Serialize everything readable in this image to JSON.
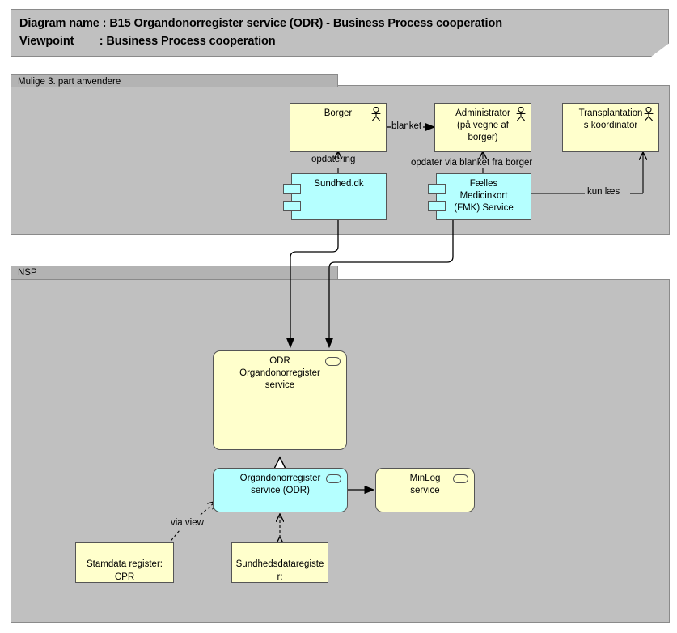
{
  "header": {
    "line1_label": "Diagram name :",
    "line1_value": "B15 Organdonorregister service (ODR) - Business Process cooperation",
    "line2_label": "Viewpoint",
    "line2_value": ": Business Process cooperation",
    "line1_full": "Diagram name : B15 Organdonorregister service (ODR) - Business Process cooperation",
    "line2_full": "Viewpoint        : Business Process cooperation"
  },
  "groups": [
    {
      "id": "group-3part",
      "label": "Mulige 3. part anvendere"
    },
    {
      "id": "group-nsp",
      "label": "NSP"
    }
  ],
  "nodes": [
    {
      "id": "borger",
      "label": "Borger",
      "type": "business-actor",
      "icon": "actor-icon",
      "color": "#ffffcc"
    },
    {
      "id": "administrator",
      "label": "Administrator\n(på vegne af\nborger)",
      "type": "business-actor",
      "icon": "actor-icon",
      "color": "#ffffcc"
    },
    {
      "id": "transplantation",
      "label": "Transplantation\ns koordinator",
      "type": "business-actor",
      "icon": "actor-icon",
      "color": "#ffffcc"
    },
    {
      "id": "sundhed-dk",
      "label": "Sundhed.dk",
      "type": "application-component",
      "icon": "component-icon",
      "color": "#b5ffff"
    },
    {
      "id": "fmk",
      "label": "Fælles\nMedicinkort\n(FMK) Service",
      "type": "application-component",
      "icon": "component-icon",
      "color": "#b5ffff"
    },
    {
      "id": "odr-service",
      "label": "ODR\nOrgandonorregister\nservice",
      "type": "business-service",
      "icon": "service-icon",
      "color": "#ffffcc"
    },
    {
      "id": "odr-app-service",
      "label": "Organdonorregister\nservice (ODR)",
      "type": "application-service",
      "icon": "service-icon",
      "color": "#b5ffff"
    },
    {
      "id": "minlog-service",
      "label": "MinLog\nservice",
      "type": "application-service",
      "icon": "service-icon",
      "color": "#ffffcc"
    },
    {
      "id": "stamdata-cpr",
      "label": "Stamdata register:\nCPR",
      "type": "data-object",
      "icon": "",
      "color": "#ffffcc"
    },
    {
      "id": "sundhedsdataregister",
      "label": "Sundhedsdataregiste\nr:\nOrgandonorregister",
      "type": "data-object",
      "icon": "",
      "color": "#ffffcc"
    }
  ],
  "connector_labels": [
    {
      "id": "blanket",
      "text": "blanket"
    },
    {
      "id": "opdatering",
      "text": "opdatering"
    },
    {
      "id": "opdater-blanket",
      "text": "opdater via blanket fra borger"
    },
    {
      "id": "kun-laes",
      "text": "kun læs"
    },
    {
      "id": "via-view",
      "text": "via view"
    }
  ],
  "colors": {
    "background": "#ffffff",
    "group_fill": "#c0c0c0",
    "group_tab_fill": "#b3b3b3",
    "group_border": "#8a8a8a",
    "yellow_fill": "#ffffcc",
    "cyan_fill": "#b5ffff",
    "node_border": "#555555",
    "line": "#000000",
    "text": "#000000"
  }
}
